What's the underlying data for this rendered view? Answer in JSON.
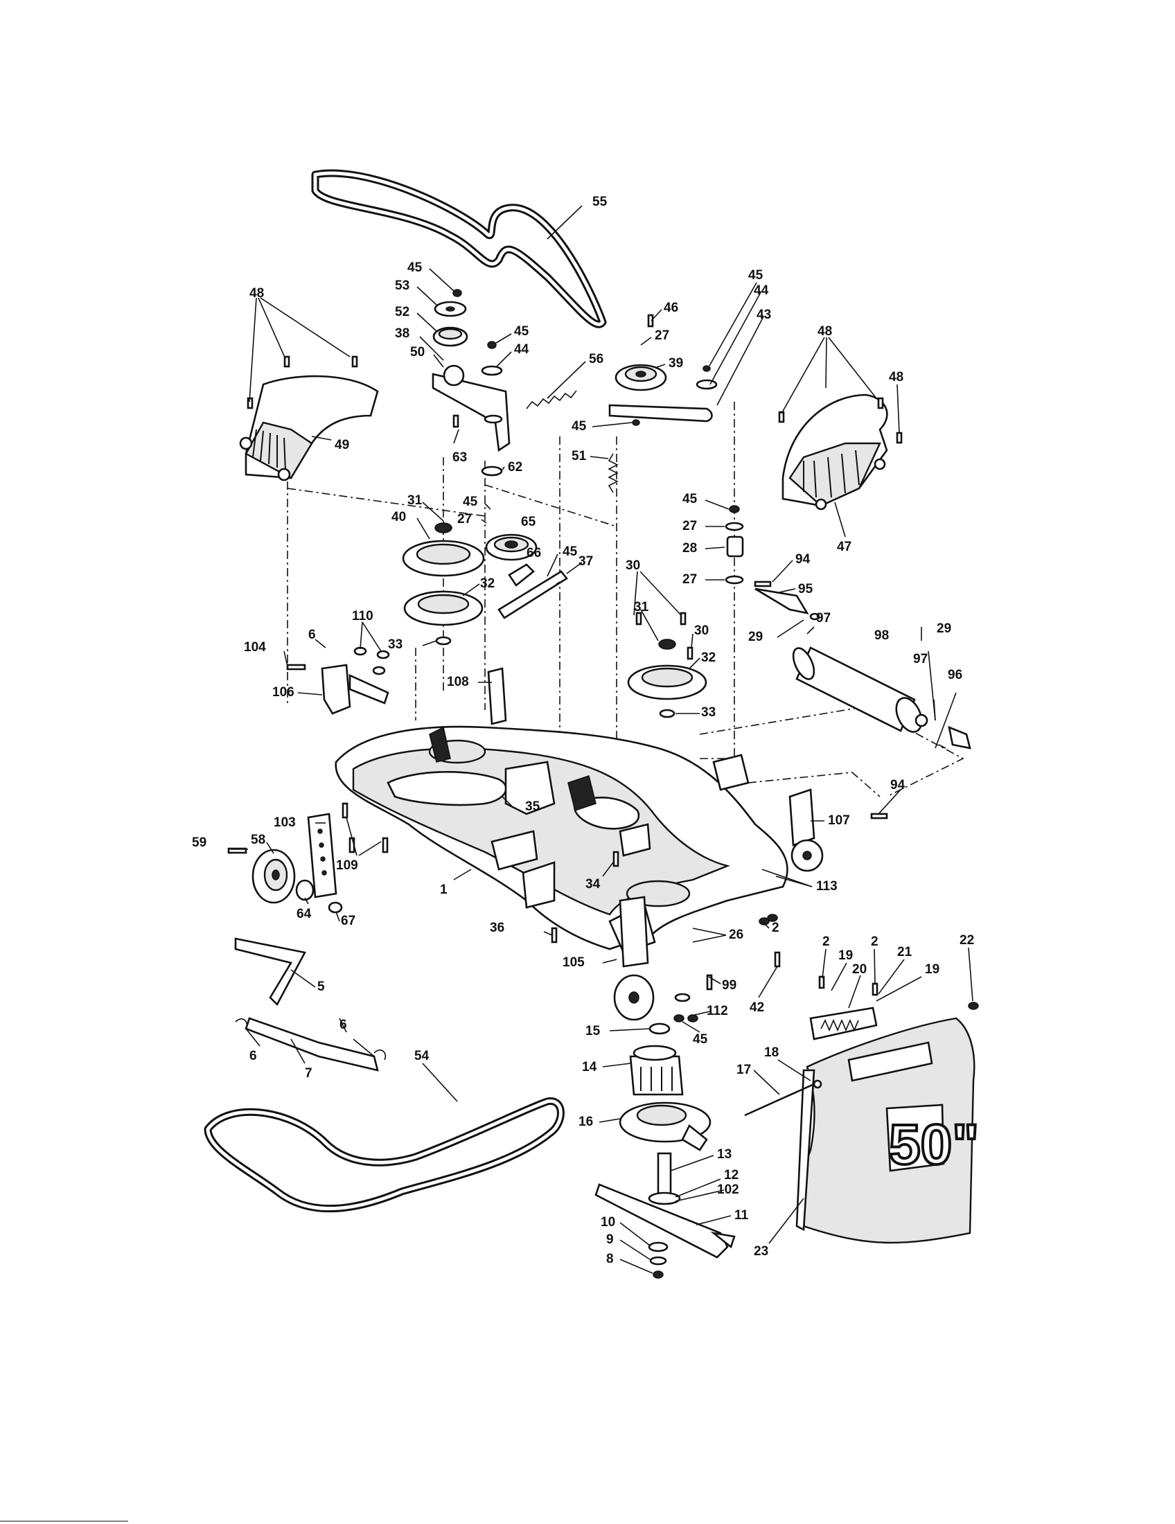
{
  "diagram": {
    "callouts": [
      {
        "text": "55"
      },
      {
        "text": "45"
      },
      {
        "text": "53"
      },
      {
        "text": "52"
      },
      {
        "text": "38"
      },
      {
        "text": "45"
      },
      {
        "text": "44"
      },
      {
        "text": "50"
      },
      {
        "text": "56"
      },
      {
        "text": "63"
      },
      {
        "text": "62"
      },
      {
        "text": "48"
      },
      {
        "text": "49"
      },
      {
        "text": "46"
      },
      {
        "text": "27"
      },
      {
        "text": "39"
      },
      {
        "text": "45"
      },
      {
        "text": "44"
      },
      {
        "text": "43"
      },
      {
        "text": "45"
      },
      {
        "text": "51"
      },
      {
        "text": "48"
      },
      {
        "text": "48"
      },
      {
        "text": "47"
      },
      {
        "text": "31"
      },
      {
        "text": "45"
      },
      {
        "text": "27"
      },
      {
        "text": "65"
      },
      {
        "text": "40"
      },
      {
        "text": "45"
      },
      {
        "text": "66"
      },
      {
        "text": "37"
      },
      {
        "text": "32"
      },
      {
        "text": "33"
      },
      {
        "text": "45"
      },
      {
        "text": "27"
      },
      {
        "text": "28"
      },
      {
        "text": "27"
      },
      {
        "text": "94"
      },
      {
        "text": "95"
      },
      {
        "text": "30"
      },
      {
        "text": "31"
      },
      {
        "text": "30"
      },
      {
        "text": "32"
      },
      {
        "text": "33"
      },
      {
        "text": "110"
      },
      {
        "text": "6"
      },
      {
        "text": "104"
      },
      {
        "text": "106"
      },
      {
        "text": "108"
      },
      {
        "text": "97"
      },
      {
        "text": "98"
      },
      {
        "text": "29"
      },
      {
        "text": "29"
      },
      {
        "text": "97"
      },
      {
        "text": "96"
      },
      {
        "text": "94"
      },
      {
        "text": "35"
      },
      {
        "text": "107"
      },
      {
        "text": "103"
      },
      {
        "text": "59"
      },
      {
        "text": "58"
      },
      {
        "text": "109"
      },
      {
        "text": "1"
      },
      {
        "text": "34"
      },
      {
        "text": "113"
      },
      {
        "text": "64"
      },
      {
        "text": "67"
      },
      {
        "text": "36"
      },
      {
        "text": "26"
      },
      {
        "text": "2"
      },
      {
        "text": "105"
      },
      {
        "text": "5"
      },
      {
        "text": "99"
      },
      {
        "text": "42"
      },
      {
        "text": "2"
      },
      {
        "text": "19"
      },
      {
        "text": "2"
      },
      {
        "text": "21"
      },
      {
        "text": "22"
      },
      {
        "text": "20"
      },
      {
        "text": "19"
      },
      {
        "text": "6"
      },
      {
        "text": "6"
      },
      {
        "text": "7"
      },
      {
        "text": "15"
      },
      {
        "text": "112"
      },
      {
        "text": "45"
      },
      {
        "text": "54"
      },
      {
        "text": "18"
      },
      {
        "text": "14"
      },
      {
        "text": "17"
      },
      {
        "text": "16"
      },
      {
        "text": "13"
      },
      {
        "text": "12"
      },
      {
        "text": "102"
      },
      {
        "text": "11"
      },
      {
        "text": "10"
      },
      {
        "text": "9"
      },
      {
        "text": "8"
      },
      {
        "text": "23"
      }
    ],
    "bag_label": "50\""
  }
}
